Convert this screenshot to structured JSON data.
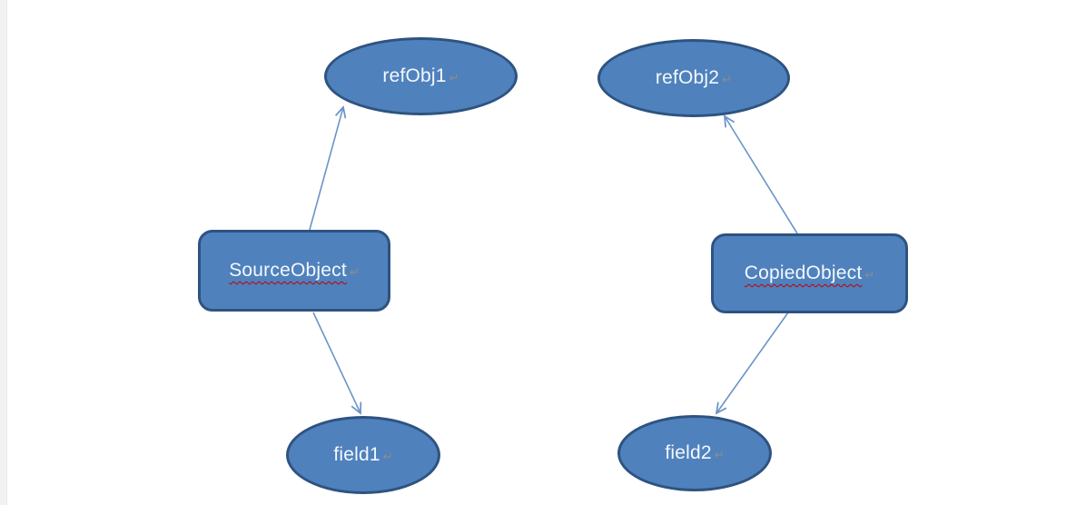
{
  "theme": {
    "shape_fill": "#4f81bd",
    "shape_border": "#2e5380",
    "connector": "#6b93c8",
    "label_text": "#f4f8fc",
    "squiggle": "#c00000",
    "eot_mark": "#96927f",
    "canvas_bg": "#ffffff",
    "margin_strip": "#f2f2f2"
  },
  "marks": {
    "end_of_text": "↵"
  },
  "nodes": {
    "refObj1": {
      "label": "refObj1",
      "shape": "ellipse",
      "spellcheck_underline": false
    },
    "refObj2": {
      "label": "refObj2",
      "shape": "ellipse",
      "spellcheck_underline": false
    },
    "sourceObject": {
      "label": "SourceObject",
      "shape": "rounded-rectangle",
      "spellcheck_underline": true
    },
    "copiedObject": {
      "label": "CopiedObject",
      "shape": "rounded-rectangle",
      "spellcheck_underline": true
    },
    "field1": {
      "label": "field1",
      "shape": "ellipse",
      "spellcheck_underline": false
    },
    "field2": {
      "label": "field2",
      "shape": "ellipse",
      "spellcheck_underline": false
    }
  },
  "connectors": [
    {
      "name": "source-to-refobj1",
      "from": "sourceObject",
      "to": "refObj1",
      "arrowhead": "open",
      "direction": "up"
    },
    {
      "name": "source-to-field1",
      "from": "sourceObject",
      "to": "field1",
      "arrowhead": "open",
      "direction": "down"
    },
    {
      "name": "copied-to-refobj2",
      "from": "copiedObject",
      "to": "refObj2",
      "arrowhead": "open",
      "direction": "up"
    },
    {
      "name": "copied-to-field2",
      "from": "copiedObject",
      "to": "field2",
      "arrowhead": "open",
      "direction": "down"
    }
  ]
}
